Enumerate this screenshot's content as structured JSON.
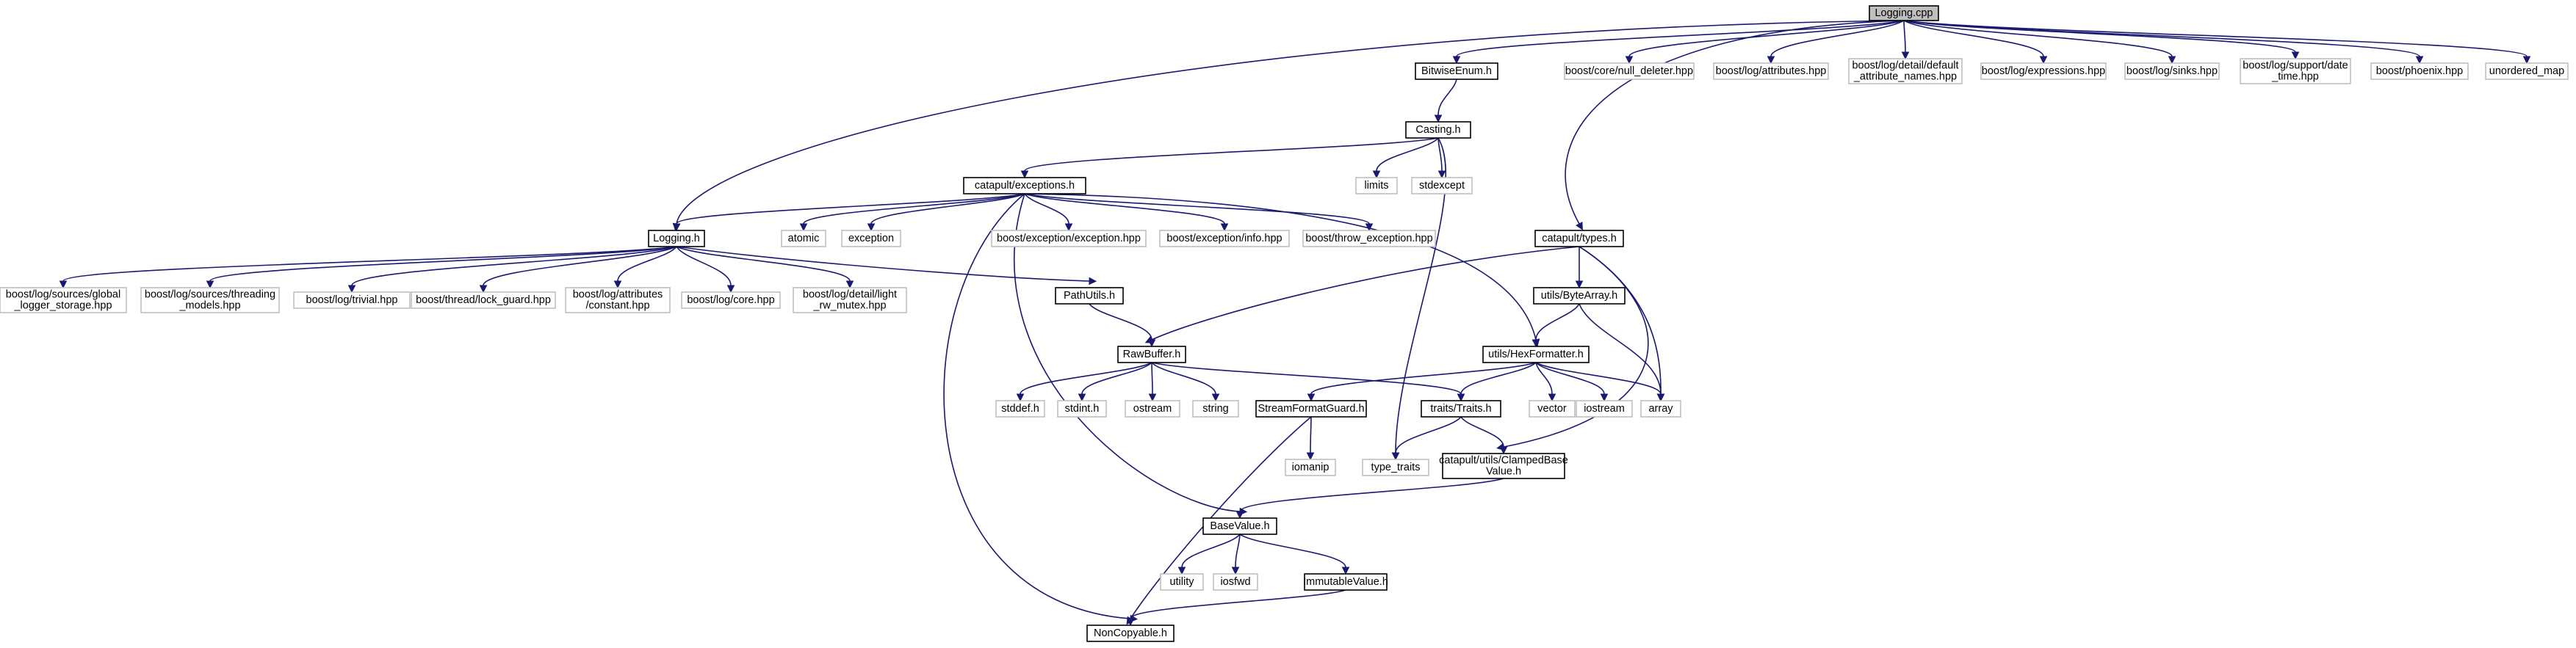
{
  "nodes": [
    {
      "id": "logging_cpp",
      "kind": "root",
      "lines": [
        "Logging.cpp"
      ]
    },
    {
      "id": "bitwiseenum_h",
      "kind": "internal",
      "lines": [
        "BitwiseEnum.h"
      ]
    },
    {
      "id": "null_deleter",
      "kind": "external",
      "lines": [
        "boost/core/null_deleter.hpp"
      ]
    },
    {
      "id": "log_attributes",
      "kind": "external",
      "lines": [
        "boost/log/attributes.hpp"
      ]
    },
    {
      "id": "default_attr_names",
      "kind": "external",
      "lines": [
        "boost/log/detail/default",
        "_attribute_names.hpp"
      ]
    },
    {
      "id": "log_expressions",
      "kind": "external",
      "lines": [
        "boost/log/expressions.hpp"
      ]
    },
    {
      "id": "log_sinks",
      "kind": "external",
      "lines": [
        "boost/log/sinks.hpp"
      ]
    },
    {
      "id": "support_date_time",
      "kind": "external",
      "lines": [
        "boost/log/support/date",
        "_time.hpp"
      ]
    },
    {
      "id": "phoenix",
      "kind": "external",
      "lines": [
        "boost/phoenix.hpp"
      ]
    },
    {
      "id": "unordered_map",
      "kind": "external",
      "lines": [
        "unordered_map"
      ]
    },
    {
      "id": "casting_h",
      "kind": "internal",
      "lines": [
        "Casting.h"
      ]
    },
    {
      "id": "limits",
      "kind": "external",
      "lines": [
        "limits"
      ]
    },
    {
      "id": "stdexcept",
      "kind": "external",
      "lines": [
        "stdexcept"
      ]
    },
    {
      "id": "exceptions_h",
      "kind": "internal",
      "lines": [
        "catapult/exceptions.h"
      ]
    },
    {
      "id": "logging_h",
      "kind": "internal",
      "lines": [
        "Logging.h"
      ]
    },
    {
      "id": "atomic",
      "kind": "external",
      "lines": [
        "atomic"
      ]
    },
    {
      "id": "exception",
      "kind": "external",
      "lines": [
        "exception"
      ]
    },
    {
      "id": "boost_exception",
      "kind": "external",
      "lines": [
        "boost/exception/exception.hpp"
      ]
    },
    {
      "id": "boost_exception_info",
      "kind": "external",
      "lines": [
        "boost/exception/info.hpp"
      ]
    },
    {
      "id": "throw_exception",
      "kind": "external",
      "lines": [
        "boost/throw_exception.hpp"
      ]
    },
    {
      "id": "types_h",
      "kind": "internal",
      "lines": [
        "catapult/types.h"
      ]
    },
    {
      "id": "global_logger",
      "kind": "external",
      "lines": [
        "boost/log/sources/global",
        "_logger_storage.hpp"
      ]
    },
    {
      "id": "threading_models",
      "kind": "external",
      "lines": [
        "boost/log/sources/threading",
        "_models.hpp"
      ]
    },
    {
      "id": "log_trivial",
      "kind": "external",
      "lines": [
        "boost/log/trivial.hpp"
      ]
    },
    {
      "id": "lock_guard",
      "kind": "external",
      "lines": [
        "boost/thread/lock_guard.hpp"
      ]
    },
    {
      "id": "attr_constant",
      "kind": "external",
      "lines": [
        "boost/log/attributes",
        "/constant.hpp"
      ]
    },
    {
      "id": "log_core",
      "kind": "external",
      "lines": [
        "boost/log/core.hpp"
      ]
    },
    {
      "id": "light_rw_mutex",
      "kind": "external",
      "lines": [
        "boost/log/detail/light",
        "_rw_mutex.hpp"
      ]
    },
    {
      "id": "pathutils_h",
      "kind": "internal",
      "lines": [
        "PathUtils.h"
      ]
    },
    {
      "id": "bytearray_h",
      "kind": "internal",
      "lines": [
        "utils/ByteArray.h"
      ]
    },
    {
      "id": "rawbuffer_h",
      "kind": "internal",
      "lines": [
        "RawBuffer.h"
      ]
    },
    {
      "id": "hexformatter_h",
      "kind": "internal",
      "lines": [
        "utils/HexFormatter.h"
      ]
    },
    {
      "id": "stddef",
      "kind": "external",
      "lines": [
        "stddef.h"
      ]
    },
    {
      "id": "stdint",
      "kind": "external",
      "lines": [
        "stdint.h"
      ]
    },
    {
      "id": "ostream",
      "kind": "external",
      "lines": [
        "ostream"
      ]
    },
    {
      "id": "string",
      "kind": "external",
      "lines": [
        "string"
      ]
    },
    {
      "id": "streamformatguard_h",
      "kind": "internal",
      "lines": [
        "StreamFormatGuard.h"
      ]
    },
    {
      "id": "traits_h",
      "kind": "internal",
      "lines": [
        "traits/Traits.h"
      ]
    },
    {
      "id": "vector",
      "kind": "external",
      "lines": [
        "vector"
      ]
    },
    {
      "id": "iostream",
      "kind": "external",
      "lines": [
        "iostream"
      ]
    },
    {
      "id": "array",
      "kind": "external",
      "lines": [
        "array"
      ]
    },
    {
      "id": "iomanip",
      "kind": "external",
      "lines": [
        "iomanip"
      ]
    },
    {
      "id": "type_traits",
      "kind": "external",
      "lines": [
        "type_traits"
      ]
    },
    {
      "id": "clampedbasevalue_h",
      "kind": "internal",
      "lines": [
        "catapult/utils/ClampedBase",
        "Value.h"
      ]
    },
    {
      "id": "basevalue_h",
      "kind": "internal",
      "lines": [
        "BaseValue.h"
      ]
    },
    {
      "id": "utility",
      "kind": "external",
      "lines": [
        "utility"
      ]
    },
    {
      "id": "iosfwd",
      "kind": "external",
      "lines": [
        "iosfwd"
      ]
    },
    {
      "id": "immutablevalue_h",
      "kind": "internal",
      "lines": [
        "ImmutableValue.h"
      ]
    },
    {
      "id": "noncopyable_h",
      "kind": "internal",
      "lines": [
        "NonCopyable.h"
      ]
    }
  ],
  "edges": [
    [
      "logging_cpp",
      "bitwiseenum_h"
    ],
    [
      "logging_cpp",
      "null_deleter"
    ],
    [
      "logging_cpp",
      "log_attributes"
    ],
    [
      "logging_cpp",
      "default_attr_names"
    ],
    [
      "logging_cpp",
      "log_expressions"
    ],
    [
      "logging_cpp",
      "log_sinks"
    ],
    [
      "logging_cpp",
      "support_date_time"
    ],
    [
      "logging_cpp",
      "phoenix"
    ],
    [
      "logging_cpp",
      "unordered_map"
    ],
    [
      "logging_cpp",
      "logging_h"
    ],
    [
      "logging_cpp",
      "types_h"
    ],
    [
      "bitwiseenum_h",
      "casting_h"
    ],
    [
      "casting_h",
      "limits"
    ],
    [
      "casting_h",
      "stdexcept"
    ],
    [
      "casting_h",
      "exceptions_h"
    ],
    [
      "casting_h",
      "type_traits"
    ],
    [
      "exceptions_h",
      "logging_h"
    ],
    [
      "exceptions_h",
      "atomic"
    ],
    [
      "exceptions_h",
      "exception"
    ],
    [
      "exceptions_h",
      "boost_exception"
    ],
    [
      "exceptions_h",
      "boost_exception_info"
    ],
    [
      "exceptions_h",
      "throw_exception"
    ],
    [
      "exceptions_h",
      "hexformatter_h"
    ],
    [
      "exceptions_h",
      "basevalue_h"
    ],
    [
      "exceptions_h",
      "noncopyable_h"
    ],
    [
      "logging_h",
      "global_logger"
    ],
    [
      "logging_h",
      "threading_models"
    ],
    [
      "logging_h",
      "log_trivial"
    ],
    [
      "logging_h",
      "lock_guard"
    ],
    [
      "logging_h",
      "attr_constant"
    ],
    [
      "logging_h",
      "log_core"
    ],
    [
      "logging_h",
      "light_rw_mutex"
    ],
    [
      "logging_h",
      "pathutils_h"
    ],
    [
      "types_h",
      "bytearray_h"
    ],
    [
      "types_h",
      "rawbuffer_h"
    ],
    [
      "types_h",
      "array"
    ],
    [
      "types_h",
      "clampedbasevalue_h"
    ],
    [
      "pathutils_h",
      "rawbuffer_h"
    ],
    [
      "bytearray_h",
      "hexformatter_h"
    ],
    [
      "bytearray_h",
      "array"
    ],
    [
      "rawbuffer_h",
      "stddef"
    ],
    [
      "rawbuffer_h",
      "stdint"
    ],
    [
      "rawbuffer_h",
      "ostream"
    ],
    [
      "rawbuffer_h",
      "string"
    ],
    [
      "rawbuffer_h",
      "traits_h"
    ],
    [
      "hexformatter_h",
      "streamformatguard_h"
    ],
    [
      "hexformatter_h",
      "traits_h"
    ],
    [
      "hexformatter_h",
      "vector"
    ],
    [
      "hexformatter_h",
      "iostream"
    ],
    [
      "hexformatter_h",
      "array"
    ],
    [
      "streamformatguard_h",
      "iomanip"
    ],
    [
      "streamformatguard_h",
      "noncopyable_h"
    ],
    [
      "traits_h",
      "type_traits"
    ],
    [
      "traits_h",
      "clampedbasevalue_h"
    ],
    [
      "clampedbasevalue_h",
      "basevalue_h"
    ],
    [
      "basevalue_h",
      "utility"
    ],
    [
      "basevalue_h",
      "iosfwd"
    ],
    [
      "basevalue_h",
      "immutablevalue_h"
    ],
    [
      "immutablevalue_h",
      "noncopyable_h"
    ]
  ]
}
